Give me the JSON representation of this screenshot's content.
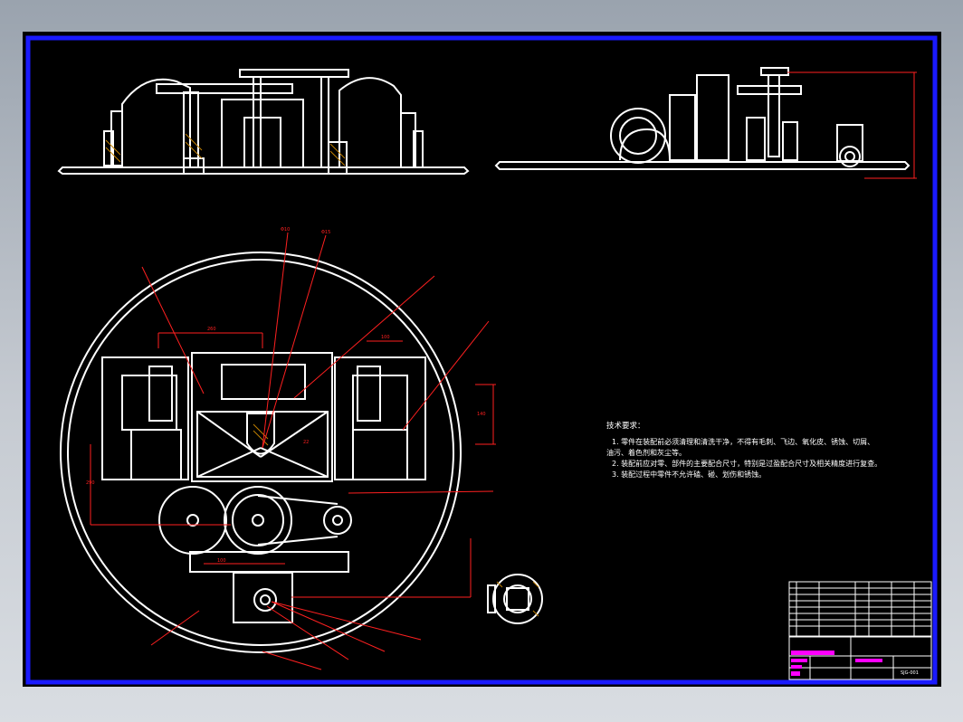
{
  "technical_requirements": {
    "title": "技术要求：",
    "items": [
      "1. 零件在装配前必须清理和清洗干净，不得有毛刺、飞边、氧化皮、锈蚀、切屑、",
      "油污、着色剂和灰尘等。",
      "2. 装配前应对零、部件的主要配合尺寸，特别是过盈配合尺寸及相关精度进行复查。",
      "3. 装配过程中零件不允许磕、碰、划伤和锈蚀。"
    ]
  },
  "title_block": {
    "drawing_number": "SJG-001"
  },
  "colors": {
    "background": "#000000",
    "frame": "#1a1aff",
    "lines": "#ffffff",
    "leaders": "#ff2020",
    "magenta": "#ff00ff"
  }
}
